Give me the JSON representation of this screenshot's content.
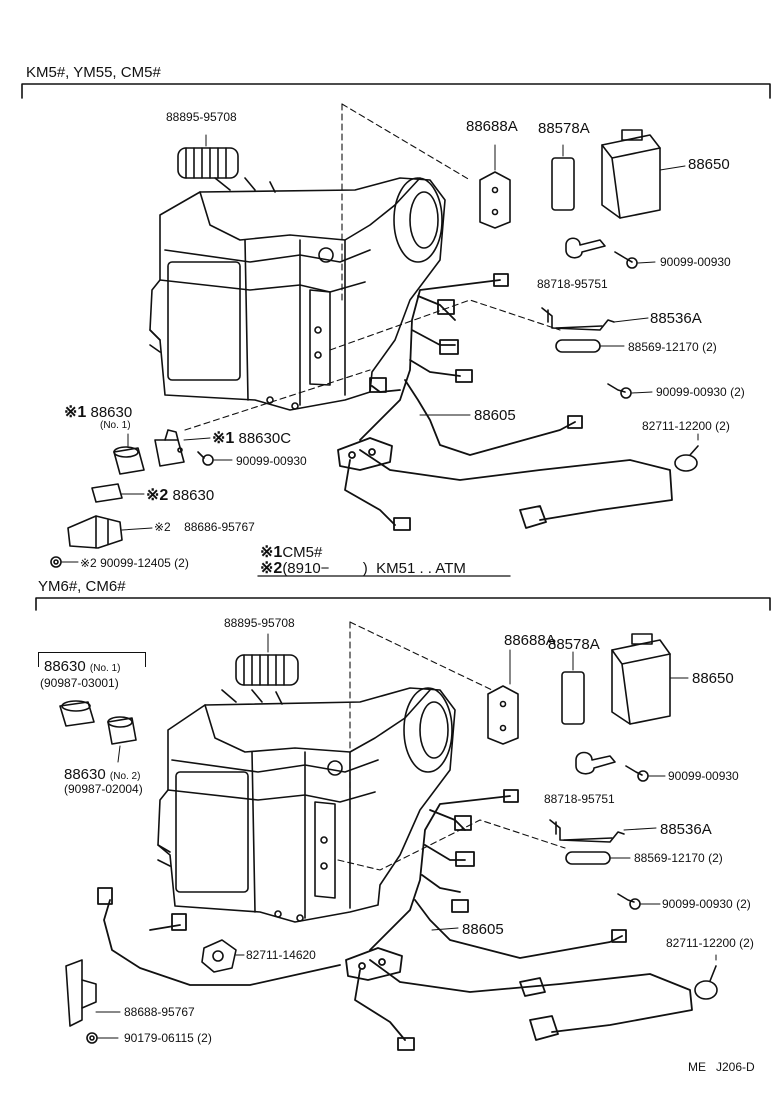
{
  "section_top": {
    "header": "KM5#, YM55, CM5#",
    "labels": {
      "hose": "88895-95708",
      "bracket_a": "88688A",
      "relay_a": "88578A",
      "amp": "88650",
      "clamp": "88718-95751",
      "screw_1": "90099-00930",
      "bracket_b": "88536A",
      "clip": "88569-12170 (2)",
      "screw_2": "90099-00930 (2)",
      "harness": "88605",
      "band": "82711-12200 (2)",
      "switch_mark": "※1",
      "switch_no": "88630",
      "switch_sub": "(No. 1)",
      "switch_c_mark": "※1",
      "switch_c": "88630C",
      "screw_3": "90099-00930",
      "switch2_mark": "※2",
      "switch2": "88630",
      "bracket_c_mark": "※2",
      "bracket_c": "88686-95767",
      "nut_mark": "※2",
      "nut": "90099-12405 (2)"
    },
    "legend": {
      "line1_mark": "※1",
      "line1_text": "CM5#",
      "line2_mark": "※2",
      "line2_text": "(8910−        )  KM51 . . ATM"
    }
  },
  "section_bottom": {
    "header": "YM6#, CM6#",
    "labels": {
      "hose": "88895-95708",
      "bracket_a": "88688A",
      "relay_a": "88578A",
      "amp": "88650",
      "switch1_no": "88630",
      "switch1_sub": "(No. 1)",
      "switch1_part": "(90987-03001)",
      "switch2_no": "88630",
      "switch2_sub": "(No. 2)",
      "switch2_part": "(90987-02004)",
      "clamp": "88718-95751",
      "screw_1": "90099-00930",
      "bracket_b": "88536A",
      "clip": "88569-12170 (2)",
      "screw_2": "90099-00930 (2)",
      "harness": "88605",
      "band": "82711-12200 (2)",
      "grommet": "82711-14620",
      "bracket_c": "88688-95767",
      "nut": "90179-06115 (2)"
    }
  },
  "footer": {
    "code": "ME   J206-D"
  }
}
